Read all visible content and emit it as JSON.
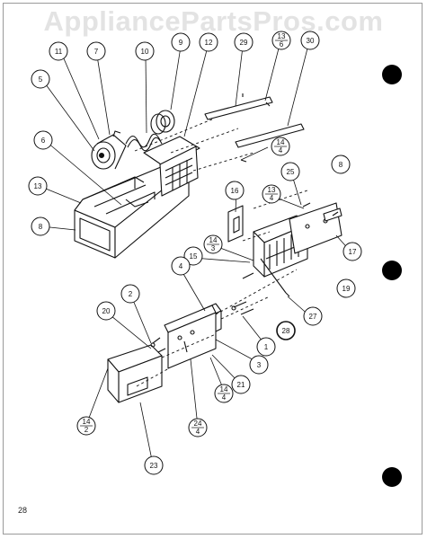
{
  "watermark": "AppliancePartsPros.com",
  "page_number": "28",
  "callouts": [
    {
      "id": "c11",
      "label": "11"
    },
    {
      "id": "c7",
      "label": "7"
    },
    {
      "id": "c10",
      "label": "10"
    },
    {
      "id": "c9",
      "label": "9"
    },
    {
      "id": "c12",
      "label": "12"
    },
    {
      "id": "c29",
      "label": "29"
    },
    {
      "id": "c13top",
      "num": "13",
      "den": "6"
    },
    {
      "id": "c30",
      "label": "30"
    },
    {
      "id": "c5",
      "label": "5"
    },
    {
      "id": "c6",
      "label": "6"
    },
    {
      "id": "c13",
      "label": "13"
    },
    {
      "id": "c8a",
      "label": "8"
    },
    {
      "id": "c14a",
      "num": "14",
      "den": "4"
    },
    {
      "id": "c25",
      "label": "25"
    },
    {
      "id": "c8b",
      "label": "8"
    },
    {
      "id": "c13b",
      "num": "13",
      "den": "4"
    },
    {
      "id": "c16",
      "label": "16"
    },
    {
      "id": "c14b",
      "num": "14",
      "den": "3"
    },
    {
      "id": "c15",
      "label": "15"
    },
    {
      "id": "c17",
      "label": "17"
    },
    {
      "id": "c4",
      "label": "4"
    },
    {
      "id": "c19",
      "label": "19"
    },
    {
      "id": "c2",
      "label": "2"
    },
    {
      "id": "c20",
      "label": "20"
    },
    {
      "id": "c27",
      "label": "27"
    },
    {
      "id": "c28",
      "label": "28"
    },
    {
      "id": "c1",
      "label": "1"
    },
    {
      "id": "c3",
      "label": "3"
    },
    {
      "id": "c21",
      "label": "21"
    },
    {
      "id": "c14c",
      "num": "14",
      "den": "4"
    },
    {
      "id": "c24",
      "num": "24",
      "den": "4"
    },
    {
      "id": "c14d",
      "num": "14",
      "den": "2"
    },
    {
      "id": "c23",
      "label": "23"
    }
  ]
}
